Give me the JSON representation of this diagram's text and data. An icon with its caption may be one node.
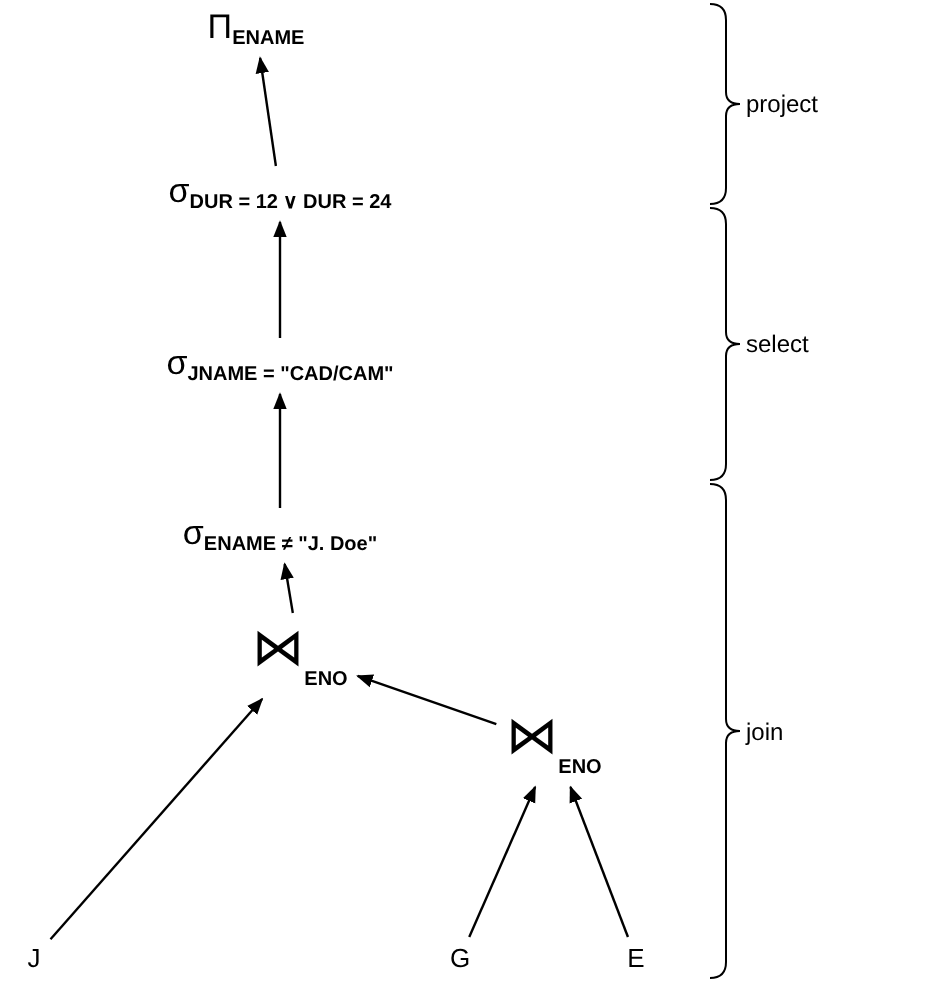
{
  "diagram": {
    "nodes": [
      {
        "text": [
          "Π$_{ENAME}$"
        ]
      },
      {
        "text": [
          "σ$_{DUR = 12 ∨ DUR = 24}$"
        ]
      },
      {
        "text": [
          "σ$_{JNAME = \"CAD/CAM\"}$"
        ]
      },
      {
        "text": [
          "σ$_{ENAME ≠ \"J. Doe\"}$"
        ]
      },
      {
        "text": [
          "⋈$_{ENO}$"
        ]
      },
      {
        "text": [
          "⋈$_{ENO}$"
        ]
      },
      {
        "text": [
          "J"
        ]
      },
      {
        "text": [
          "G"
        ]
      },
      {
        "text": [
          "E"
        ]
      }
    ],
    "edges": [
      {
        "from": 1,
        "to": 0,
        "arrow": "to"
      },
      {
        "from": 2,
        "to": 1,
        "arrow": "to"
      },
      {
        "from": 3,
        "to": 2,
        "arrow": "to"
      },
      {
        "from": 4,
        "to": 3,
        "arrow": "to"
      },
      {
        "from": 6,
        "to": 4,
        "arrow": "to"
      },
      {
        "from": 5,
        "to": 4,
        "arrow": "to"
      },
      {
        "from": 7,
        "to": 5,
        "arrow": "to"
      },
      {
        "from": 8,
        "to": 5,
        "arrow": "to"
      }
    ],
    "labels": [
      "project",
      "select",
      "join"
    ]
  }
}
